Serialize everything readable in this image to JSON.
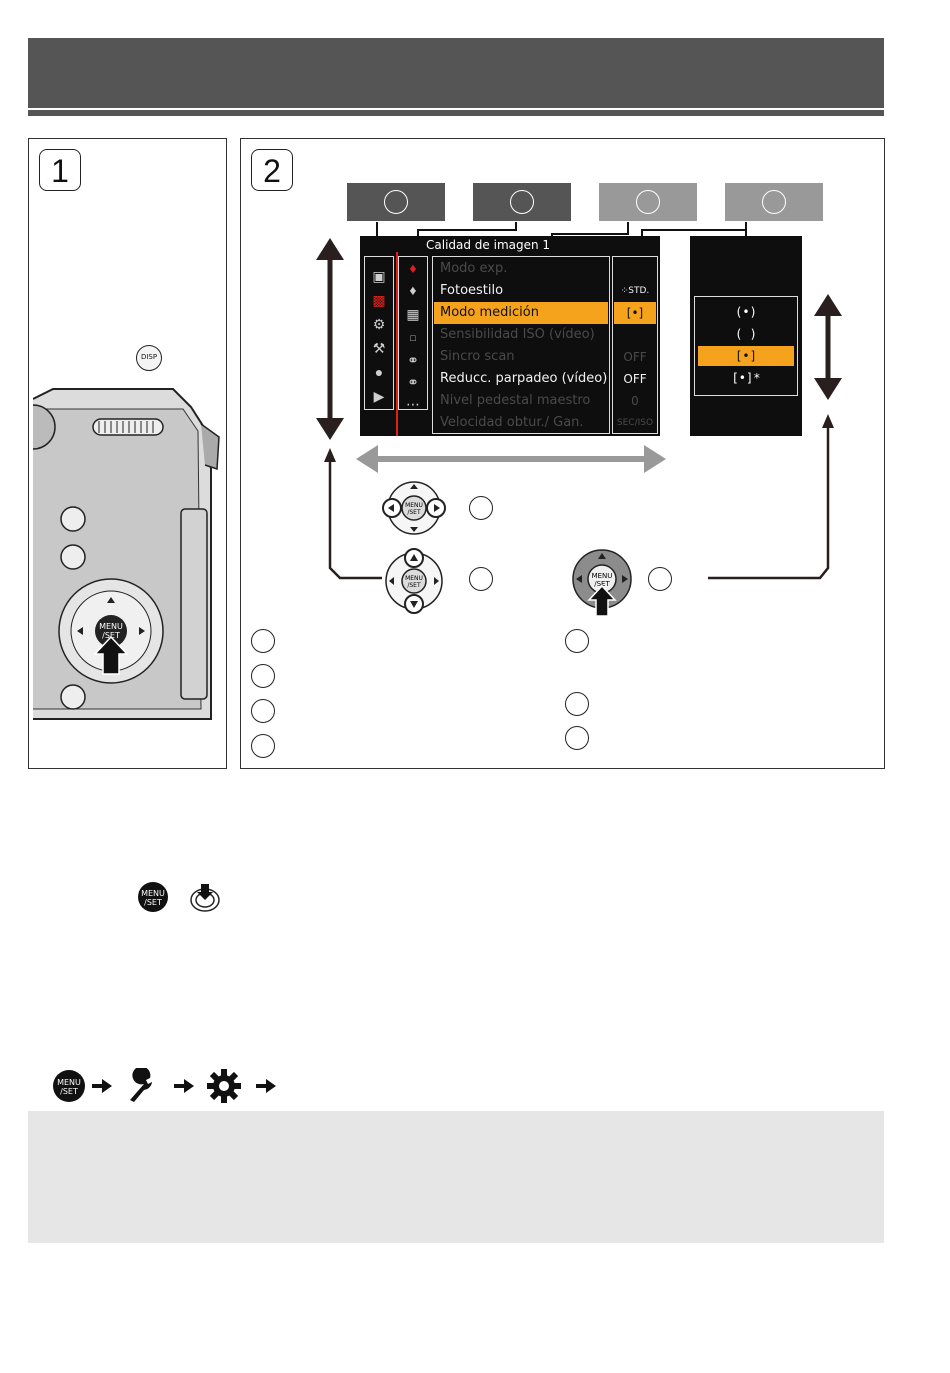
{
  "steps": {
    "step1": "1",
    "step2": "2"
  },
  "menu": {
    "title": "Calidad de imagen 1",
    "rows": [
      {
        "label": "Modo exp.",
        "value": "",
        "state": "dim"
      },
      {
        "label": "Fotoestilo",
        "value": "⁘STD.",
        "state": "bright"
      },
      {
        "label": "Modo medición",
        "value": "[•]",
        "state": "selected"
      },
      {
        "label": "Sensibilidad ISO (vídeo)",
        "value": "",
        "state": "dim"
      },
      {
        "label": "Sincro scan",
        "value": "OFF",
        "state": "dim"
      },
      {
        "label": "Reducc. parpadeo (vídeo)",
        "value": "OFF",
        "state": "bright"
      },
      {
        "label": "Nivel pedestal maestro",
        "value": "0",
        "state": "dim"
      },
      {
        "label": "Velocidad obtur./ Gan.",
        "value": "SEC/ISO",
        "state": "dim"
      }
    ]
  },
  "submenu": {
    "options": [
      "(•)",
      "(  )",
      "[•]",
      "[•]*"
    ],
    "selected_index": 2
  },
  "buttons": {
    "disp": "DISP",
    "menu_set_line1": "MENU",
    "menu_set_line2": "/SET"
  },
  "colors": {
    "header": "#555555",
    "tab_dark": "#555555",
    "tab_light": "#999999",
    "highlight": "#f5a21c",
    "icon_red": "#e0201a",
    "arrow_dark": "#2a1f1f",
    "arrow_gray": "#999999"
  },
  "icons": [
    "camera-icon",
    "video-icon",
    "gear-icon",
    "wrench-icon",
    "person-icon",
    "playback-icon",
    "menu-set-icon",
    "arrow-right-icon"
  ]
}
